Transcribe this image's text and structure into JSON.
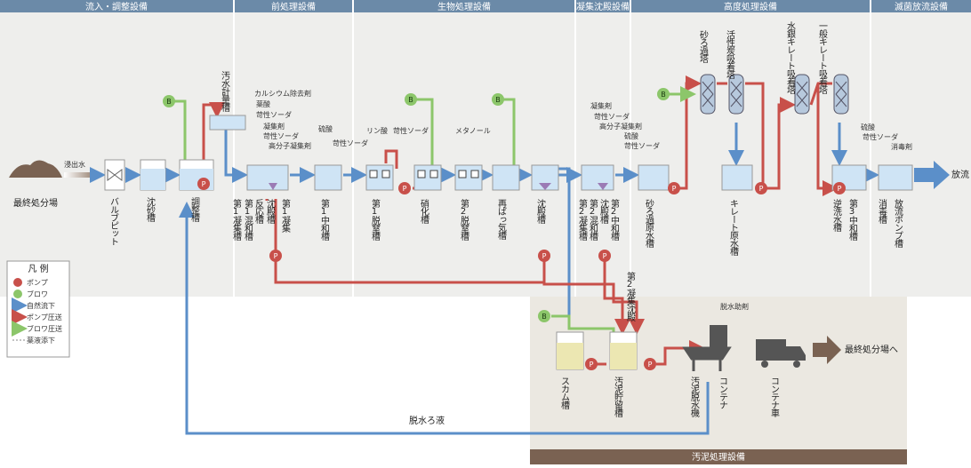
{
  "colors": {
    "header_bg": "#6b8aa8",
    "section_bg": "#eeeeec",
    "sludge_bg": "#ebe8e1",
    "sludge_header": "#7a6252",
    "gravity_flow": "#5b8fc9",
    "pump_flow": "#c8504a",
    "blower_flow": "#8cc66a",
    "water": "#cfe4f5",
    "sludge_water": "#ece7b2",
    "purple_sludge": "#9b7bb5",
    "final_arrow": "#7a6252"
  },
  "sections": [
    "流入・調整設備",
    "前処理設備",
    "生物処理設備",
    "凝集沈殿設備",
    "高度処理設備",
    "滅菌放流設備"
  ],
  "sludge_section": "汚泥処理設備",
  "left": {
    "landfill": "最終処分場",
    "leachate": "浸出水"
  },
  "units": {
    "valve_pit": "バルブピット",
    "grit": "沈砂槽",
    "equalization": "調整槽",
    "metering": "汚水計量槽",
    "coag1": "第1凝集槽",
    "mix1": "第1混和槽",
    "reaction": "反応槽",
    "settle1": "沈殿槽",
    "coag1b": "第1凝集",
    "neutral1": "第1中和槽",
    "denit1": "第1脱窒槽",
    "nitrif": "硝化槽",
    "denit2": "第2脱窒槽",
    "reaer": "再ばっ気槽",
    "settle_bio": "沈殿槽",
    "coag2": "第2凝集槽",
    "mix2": "第2混和槽",
    "settle2": "沈殿槽",
    "neutral2": "第2中和槽",
    "sandf_raw": "砂ろ過原水槽",
    "sand_filter": "砂ろ過塔",
    "carbon": "活性炭吸着塔",
    "chelate_raw": "キレート原水槽",
    "hg_chelate": "水銀キレート吸着塔",
    "gen_chelate": "一般キレート吸着塔",
    "backwash": "逆洗水槽",
    "neutral3": "第3中和槽",
    "disinfect": "消毒槽",
    "discharge_pump": "放流ポンプ槽",
    "discharge": "放流",
    "coag_settle2": "第2凝集沈殿",
    "scum": "スカム槽",
    "sludge_store": "汚泥貯留槽",
    "dewater": "汚泥脱水機",
    "container": "コンテナ",
    "container_truck": "コンテナ車",
    "to_landfill": "最終処分場へ",
    "filtrate": "脱水ろ液"
  },
  "chemicals": {
    "pre": [
      "カルシウム除去剤",
      "薬酸",
      "苛性ソーダ",
      "凝集剤",
      "苛性ソーダ",
      "高分子凝集剤"
    ],
    "pre_neutral": [
      "硫酸",
      "苛性ソーダ"
    ],
    "phosphoric": "リン酸",
    "caustic_nitr": "苛性ソーダ",
    "methanol": "メタノール",
    "coag2": [
      "凝集剤",
      "苛性ソーダ",
      "高分子凝集剤",
      "硫酸",
      "苛性ソーダ"
    ],
    "final": [
      "硫酸",
      "苛性ソーダ",
      "消毒剤"
    ],
    "dewater_aid": "脱水助剤"
  },
  "legend": {
    "title": "凡 例",
    "items": [
      {
        "label": "ポンプ",
        "icon": "pump-icon"
      },
      {
        "label": "ブロワ",
        "icon": "blower-icon"
      },
      {
        "label": "自然流下",
        "icon": "gravity-arrow-icon"
      },
      {
        "label": "ポンプ圧送",
        "icon": "pump-arrow-icon"
      },
      {
        "label": "ブロワ圧送",
        "icon": "blower-arrow-icon"
      },
      {
        "label": "薬液添下",
        "icon": "chemical-dash-icon"
      }
    ]
  },
  "marks": {
    "pump": "P",
    "blower": "B"
  }
}
